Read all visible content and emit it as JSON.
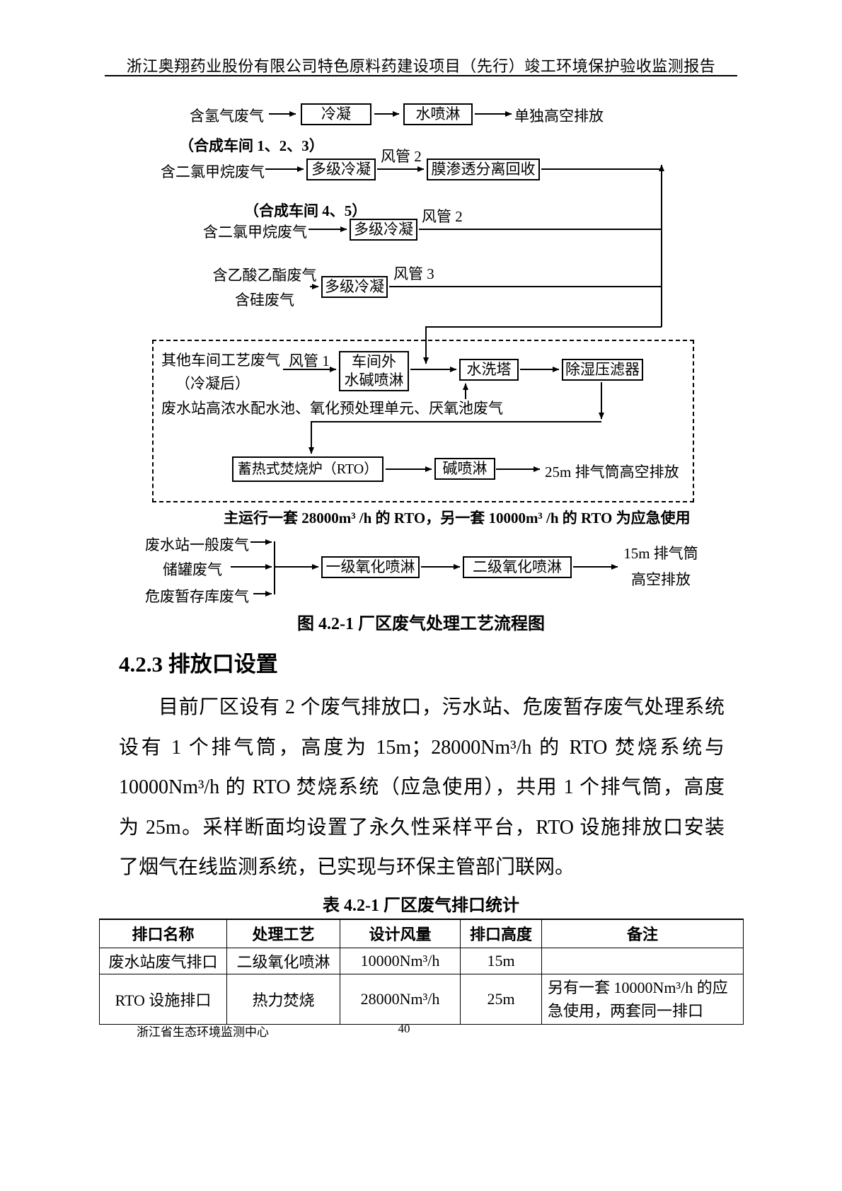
{
  "page": {
    "header_title": "浙江奥翔药业股份有限公司特色原料药建设项目（先行）竣工环境保护验收监测报告",
    "footer_org": "浙江省生态环境监测中心",
    "page_number": "40"
  },
  "diagram": {
    "caption": "图 4.2-1  厂区废气处理工艺流程图",
    "hydrogen_row": {
      "source": "含氢气废气",
      "condense_box": "冷凝",
      "spray_box": "水喷淋",
      "outlet": "单独高空排放"
    },
    "workshop123_label": "（合成车间 1、2、3）",
    "dcm_row1": {
      "source": "含二氯甲烷废气",
      "condense_box": "多级冷凝",
      "duct_label": "风管 2",
      "membrane_box": "膜渗透分离回收"
    },
    "workshop45_label": "（合成车间 4、5）",
    "dcm_row2": {
      "source": "含二氯甲烷废气",
      "condense_box": "多级冷凝",
      "duct_label": "风管 2"
    },
    "ethyl_row": {
      "source_line1": "含乙酸乙酯废气",
      "source_line2": "含硅废气",
      "condense_box": "多级冷凝",
      "duct_label": "风管 3"
    },
    "rto_section": {
      "other_source_line1": "其他车间工艺废气",
      "other_source_line2": "（冷凝后）",
      "duct_label": "风管 1",
      "alkali_spray_box_line1": "车间外",
      "alkali_spray_box_line2": "水碱喷淋",
      "water_tower_box": "水洗塔",
      "dehumid_box": "除湿压滤器",
      "wastewater_source": "废水站高浓水配水池、氧化预处理单元、厌氧池废气",
      "rto_box": "蓄热式焚烧炉（RTO）",
      "alkali_box": "碱喷淋",
      "outlet": "25m 排气筒高空排放"
    },
    "rto_note": "主运行一套 28000m³ /h 的 RTO，另一套 10000m³ /h 的 RTO 为应急使用",
    "oxidation_section": {
      "source1": "废水站一般废气",
      "source2": "储罐废气",
      "source3": "危废暂存库废气",
      "stage1_box": "一级氧化喷淋",
      "stage2_box": "二级氧化喷淋",
      "outlet_line1": "15m 排气筒",
      "outlet_line2": "高空排放"
    }
  },
  "section": {
    "heading": "4.2.3 排放口设置",
    "paragraph_lines": [
      "目前厂区设有 2 个废气排放口，污水站、危废暂存废气处理系统",
      "设有 1 个排气筒，高度为 15m；28000Nm³/h 的 RTO 焚烧系统与",
      "10000Nm³/h 的 RTO 焚烧系统（应急使用），共用 1 个排气筒，高度",
      "为 25m。采样断面均设置了永久性采样平台，RTO 设施排放口安装",
      "了烟气在线监测系统，已实现与环保主管部门联网。"
    ]
  },
  "table": {
    "caption": "表 4.2-1  厂区废气排口统计",
    "headers": [
      "排口名称",
      "处理工艺",
      "设计风量",
      "排口高度",
      "备注"
    ],
    "rows": [
      {
        "name": "废水站废气排口",
        "process": "二级氧化喷淋",
        "flow": "10000Nm³/h",
        "height": "15m",
        "remark": ""
      },
      {
        "name": "RTO 设施排口",
        "process": "热力焚烧",
        "flow": "28000Nm³/h",
        "height": "25m",
        "remark": "另有一套 10000Nm³/h 的应急使用，两套同一排口"
      }
    ]
  }
}
